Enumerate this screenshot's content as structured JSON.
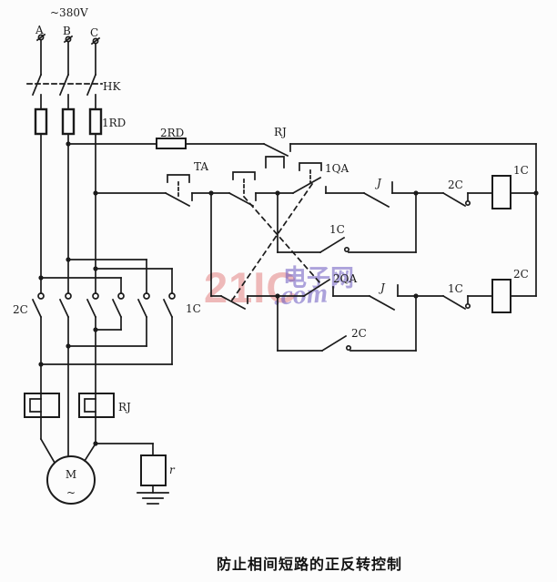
{
  "caption": "防止相间短路的正反转控制",
  "supply": {
    "voltage": "~380V",
    "phase_labels": [
      "A",
      "B",
      "C"
    ]
  },
  "power_circuit": {
    "knife_switch": "HK",
    "main_fuse": "1RD",
    "reverse_contactor_main": "2C",
    "forward_contactor_main": "1C",
    "thermal_heater": "RJ",
    "motor": "M",
    "motor_type": "~",
    "ground_resistor": "r"
  },
  "control_circuit": {
    "control_fuse": "2RD",
    "thermal_contact": "RJ",
    "stop_button": "TA",
    "forward_button": "1QA",
    "reverse_button": "2QA",
    "forward_row": {
      "j_contact": "J",
      "interlock": "2C",
      "coil": "1C",
      "selfhold": "1C"
    },
    "reverse_row": {
      "j_contact": "J",
      "interlock": "1C",
      "coil": "2C",
      "selfhold": "2C"
    }
  },
  "watermark": {
    "brand": "21IC",
    "site_cn": "电子网",
    "domain": ".com"
  },
  "colors": {
    "line": "#1b1b1b",
    "background": "#fcfcfc",
    "watermark_brand": "#e07a7a",
    "watermark_site": "#6a58c0"
  }
}
